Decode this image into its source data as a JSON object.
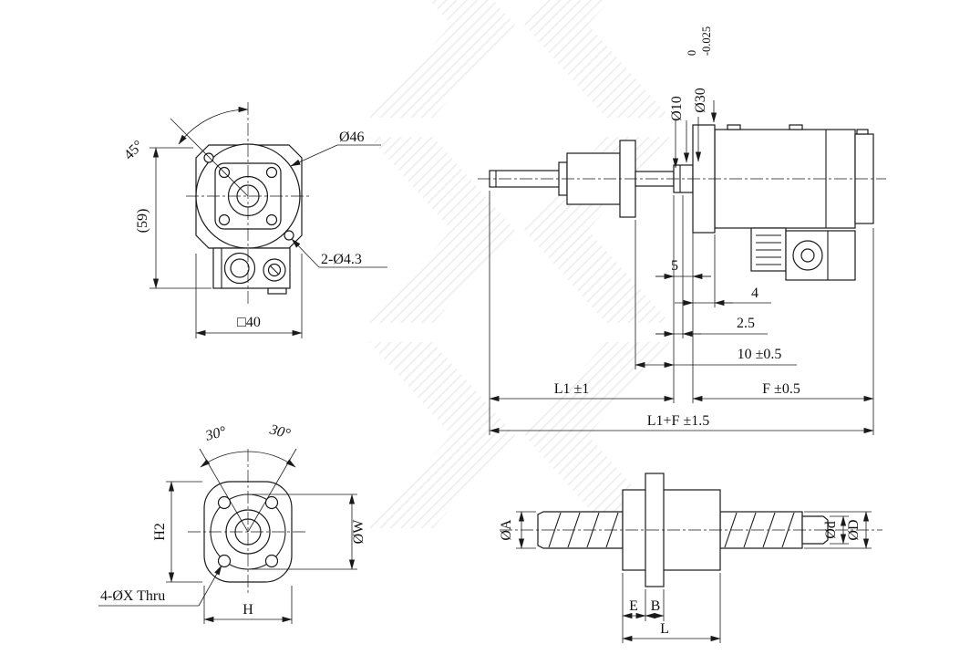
{
  "views": {
    "front": {
      "angle": "45°",
      "height": "(59)",
      "pilot_dia": "Ø46",
      "corner_holes": "2-Ø4.3",
      "square": "□40"
    },
    "side": {
      "shaft_dia": "Ø10",
      "pilot_dia": "Ø30",
      "pilot_tol_upper": "0",
      "pilot_tol_lower": "-0.025",
      "dim_5": "5",
      "dim_4": "4",
      "dim_2_5": "2.5",
      "dim_10": "10 ±0.5",
      "dim_l1": "L1 ±1",
      "dim_f": "F ±0.5",
      "dim_total": "L1+F ±1.5"
    },
    "flange": {
      "angle_left": "30°",
      "angle_right": "30°",
      "dim_h2": "H2",
      "dia_w": "ØW",
      "thru_holes": "4-ØX Thru",
      "dim_h": "H"
    },
    "screw": {
      "dia_a": "ØA",
      "dia_d": "Ød",
      "dia_d2": "ØD",
      "dim_e": "E",
      "dim_b": "B",
      "dim_l": "L"
    }
  }
}
